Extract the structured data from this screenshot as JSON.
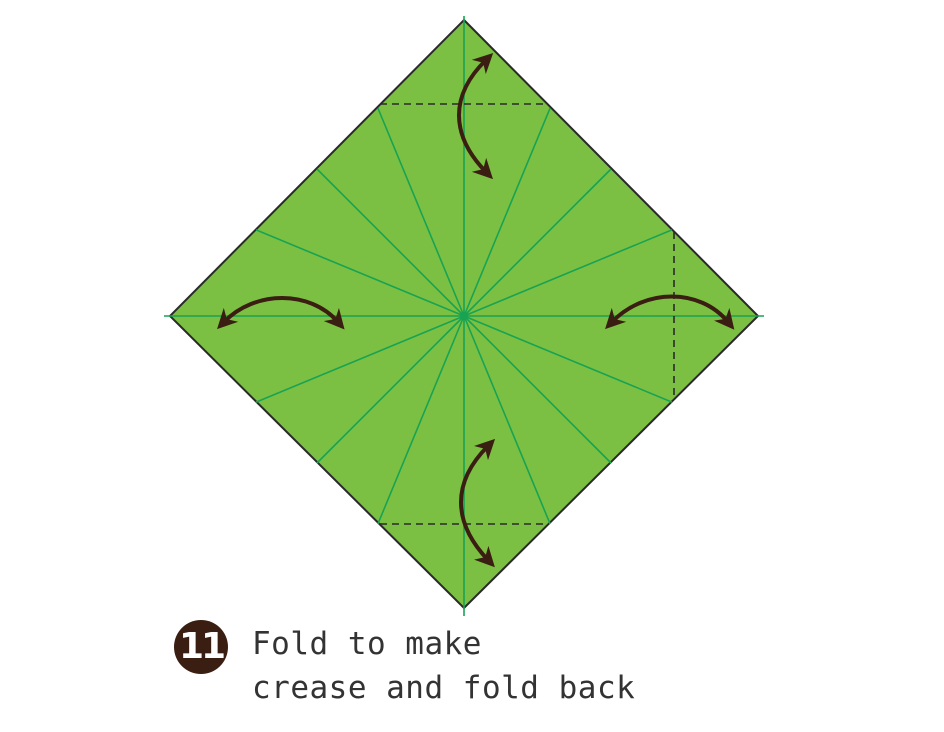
{
  "colors": {
    "paper": "#7cc043",
    "crease": "#18a353",
    "outline": "#2a2a2a",
    "arrow": "#3a1e12",
    "badge": "#3a1e12",
    "caption_text": "#333333"
  },
  "step": {
    "number": "11",
    "caption_line1": "Fold to make",
    "caption_line2": "crease and fold back"
  },
  "icons": {
    "fold_arrow": "curved-double-arrow-icon",
    "fold_line": "dashed-fold-line"
  }
}
